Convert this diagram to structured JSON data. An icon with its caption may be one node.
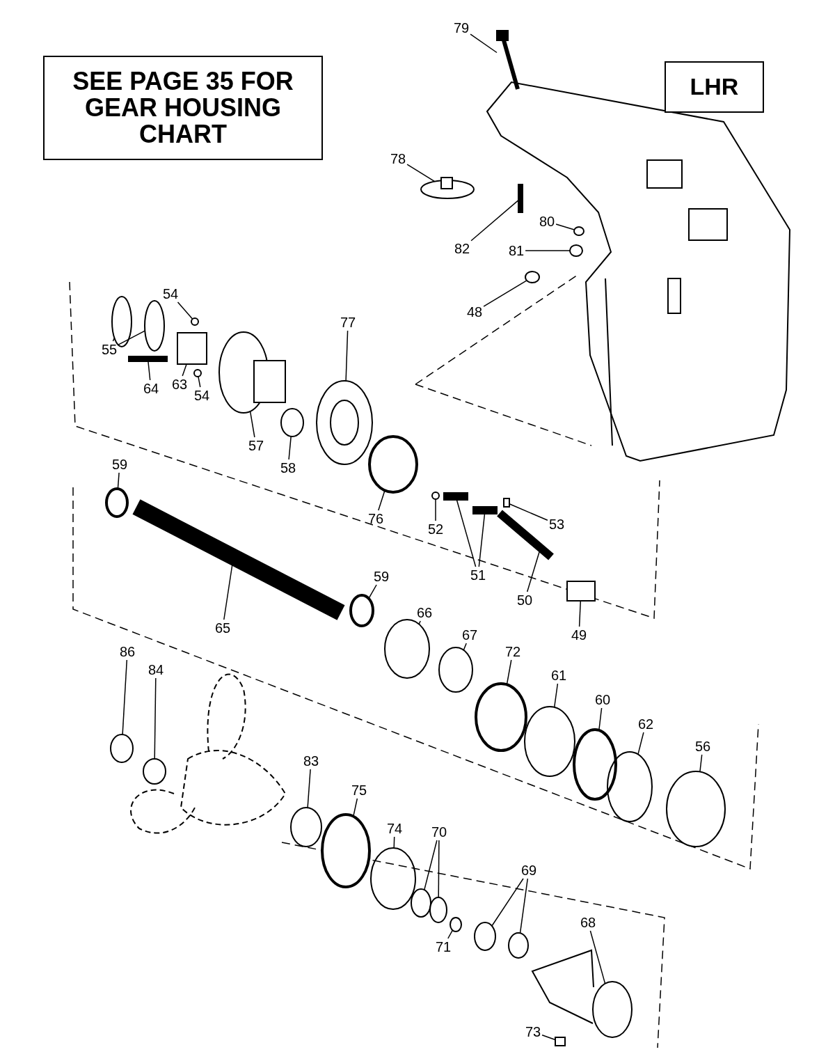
{
  "diagram": {
    "nodes": [
      {
        "text": [
          "SEE PAGE 35 FOR GEAR HOUSING CHART"
        ]
      },
      {
        "text": [
          "LHR"
        ]
      },
      {
        "text": [
          "79"
        ]
      },
      {
        "text": [
          "78"
        ]
      },
      {
        "text": [
          "82"
        ]
      },
      {
        "text": [
          "80"
        ]
      },
      {
        "text": [
          "81"
        ]
      },
      {
        "text": [
          "48"
        ]
      },
      {
        "text": [
          "54"
        ]
      },
      {
        "text": [
          "55"
        ]
      },
      {
        "text": [
          "64"
        ]
      },
      {
        "text": [
          "63"
        ]
      },
      {
        "text": [
          "54"
        ]
      },
      {
        "text": [
          "57"
        ]
      },
      {
        "text": [
          "58"
        ]
      },
      {
        "text": [
          "77"
        ]
      },
      {
        "text": [
          "76"
        ]
      },
      {
        "text": [
          "59"
        ]
      },
      {
        "text": [
          "52"
        ]
      },
      {
        "text": [
          "51"
        ]
      },
      {
        "text": [
          "53"
        ]
      },
      {
        "text": [
          "50"
        ]
      },
      {
        "text": [
          "49"
        ]
      },
      {
        "text": [
          "65"
        ]
      },
      {
        "text": [
          "59"
        ]
      },
      {
        "text": [
          "66"
        ]
      },
      {
        "text": [
          "67"
        ]
      },
      {
        "text": [
          "72"
        ]
      },
      {
        "text": [
          "61"
        ]
      },
      {
        "text": [
          "60"
        ]
      },
      {
        "text": [
          "62"
        ]
      },
      {
        "text": [
          "56"
        ]
      },
      {
        "text": [
          "86"
        ]
      },
      {
        "text": [
          "84"
        ]
      },
      {
        "text": [
          "83"
        ]
      },
      {
        "text": [
          "75"
        ]
      },
      {
        "text": [
          "74"
        ]
      },
      {
        "text": [
          "70"
        ]
      },
      {
        "text": [
          "71"
        ]
      },
      {
        "text": [
          "69"
        ]
      },
      {
        "text": [
          "68"
        ]
      },
      {
        "text": [
          "73"
        ]
      },
      {
        "text": [],
        "shape": "bar"
      },
      {
        "text": [],
        "shape": "circle"
      },
      {
        "text": [],
        "shape": "bar"
      },
      {
        "text": [],
        "shape": "circle"
      },
      {
        "text": [],
        "shape": "circle"
      },
      {
        "text": [],
        "shape": "circle"
      },
      {
        "text": [],
        "shape": "circle"
      },
      {
        "text": [],
        "shape": "circle"
      },
      {
        "text": [],
        "shape": "circle"
      },
      {
        "text": [],
        "shape": "bar"
      },
      {
        "text": [],
        "shape": "box"
      },
      {
        "text": [],
        "shape": "circle"
      },
      {
        "text": [],
        "shape": "circle"
      },
      {
        "text": [],
        "shape": "circle"
      },
      {
        "text": [],
        "shape": "circle"
      },
      {
        "text": [],
        "shape": "circle"
      },
      {
        "text": [],
        "shape": "circle"
      },
      {
        "text": [],
        "shape": "circle"
      },
      {
        "text": [],
        "shape": "bar"
      },
      {
        "text": [],
        "shape": "bar"
      },
      {
        "text": [],
        "shape": "box"
      },
      {
        "text": [],
        "shape": "bar"
      },
      {
        "text": [],
        "shape": "box"
      },
      {
        "text": [],
        "shape": "bar"
      },
      {
        "text": [],
        "shape": "circle"
      },
      {
        "text": [],
        "shape": "circle"
      },
      {
        "text": [],
        "shape": "circle"
      },
      {
        "text": [],
        "shape": "circle"
      },
      {
        "text": [],
        "shape": "circle"
      },
      {
        "text": [],
        "shape": "circle"
      },
      {
        "text": [],
        "shape": "circle"
      },
      {
        "text": [],
        "shape": "circle"
      },
      {
        "text": [],
        "shape": "circle"
      },
      {
        "text": [],
        "shape": "circle"
      },
      {
        "text": [],
        "shape": "circle"
      },
      {
        "text": [],
        "shape": "circle"
      },
      {
        "text": [],
        "shape": "circle"
      },
      {
        "text": [],
        "shape": "circle"
      },
      {
        "text": [],
        "shape": "circle"
      },
      {
        "text": [],
        "shape": "circle"
      },
      {
        "text": [],
        "shape": "circle"
      },
      {
        "text": [],
        "shape": "circle"
      },
      {
        "text": [],
        "shape": "circle"
      },
      {
        "text": [],
        "shape": "box"
      }
    ],
    "edges": [
      {
        "from": 2,
        "to": 42,
        "arrow": "none"
      },
      {
        "from": 3,
        "to": 43,
        "arrow": "none"
      },
      {
        "from": 4,
        "to": 44,
        "arrow": "none"
      },
      {
        "from": 5,
        "to": 45,
        "arrow": "none"
      },
      {
        "from": 6,
        "to": 46,
        "arrow": "none"
      },
      {
        "from": 7,
        "to": 47,
        "arrow": "none"
      },
      {
        "from": 8,
        "to": 48,
        "arrow": "none"
      },
      {
        "from": 9,
        "to": 49,
        "arrow": "none"
      },
      {
        "from": 9,
        "to": 50,
        "arrow": "none"
      },
      {
        "from": 10,
        "to": 51,
        "arrow": "none"
      },
      {
        "from": 11,
        "to": 52,
        "arrow": "none"
      },
      {
        "from": 12,
        "to": 53,
        "arrow": "none"
      },
      {
        "from": 13,
        "to": 54,
        "arrow": "none"
      },
      {
        "from": 14,
        "to": 55,
        "arrow": "none"
      },
      {
        "from": 15,
        "to": 56,
        "arrow": "none"
      },
      {
        "from": 16,
        "to": 57,
        "arrow": "none"
      },
      {
        "from": 17,
        "to": 58,
        "arrow": "none"
      },
      {
        "from": 18,
        "to": 59,
        "arrow": "none"
      },
      {
        "from": 19,
        "to": 60,
        "arrow": "none"
      },
      {
        "from": 19,
        "to": 61,
        "arrow": "none"
      },
      {
        "from": 20,
        "to": 62,
        "arrow": "none"
      },
      {
        "from": 21,
        "to": 63,
        "arrow": "none"
      },
      {
        "from": 22,
        "to": 64,
        "arrow": "none"
      },
      {
        "from": 23,
        "to": 65,
        "arrow": "none"
      },
      {
        "from": 24,
        "to": 66,
        "arrow": "none"
      },
      {
        "from": 25,
        "to": 67,
        "arrow": "none"
      },
      {
        "from": 26,
        "to": 68,
        "arrow": "none"
      },
      {
        "from": 27,
        "to": 69,
        "arrow": "none"
      },
      {
        "from": 28,
        "to": 70,
        "arrow": "none"
      },
      {
        "from": 29,
        "to": 71,
        "arrow": "none"
      },
      {
        "from": 30,
        "to": 72,
        "arrow": "none"
      },
      {
        "from": 31,
        "to": 73,
        "arrow": "none"
      },
      {
        "from": 32,
        "to": 74,
        "arrow": "none"
      },
      {
        "from": 33,
        "to": 75,
        "arrow": "none"
      },
      {
        "from": 34,
        "to": 76,
        "arrow": "none"
      },
      {
        "from": 35,
        "to": 77,
        "arrow": "none"
      },
      {
        "from": 36,
        "to": 78,
        "arrow": "none"
      },
      {
        "from": 37,
        "to": 79,
        "arrow": "none"
      },
      {
        "from": 37,
        "to": 80,
        "arrow": "none"
      },
      {
        "from": 38,
        "to": 81,
        "arrow": "none"
      },
      {
        "from": 39,
        "to": 82,
        "arrow": "none"
      },
      {
        "from": 39,
        "to": 83,
        "arrow": "none"
      },
      {
        "from": 40,
        "to": 84,
        "arrow": "none"
      },
      {
        "from": 41,
        "to": 85,
        "arrow": "none"
      }
    ]
  }
}
